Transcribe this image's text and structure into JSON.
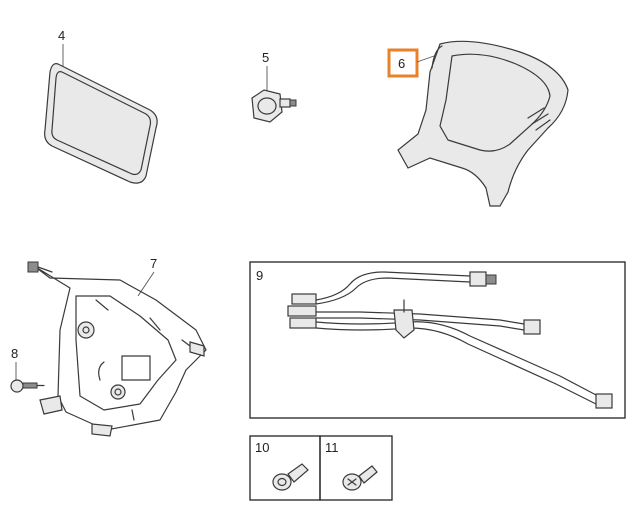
{
  "callouts": {
    "p4": "4",
    "p5": "5",
    "p6": "6",
    "p7": "7",
    "p8": "8",
    "p9": "9",
    "p10": "10",
    "p11": "11"
  },
  "highlight_color": "#e8822a"
}
